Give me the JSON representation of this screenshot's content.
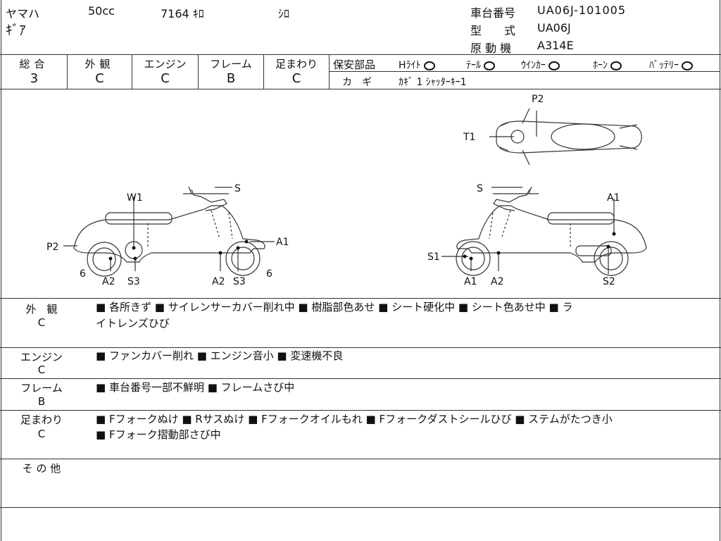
{
  "header": {
    "maker": "ヤマハ",
    "displacement": "50cc",
    "mileage": "7164 ｷﾛ",
    "color": "ｼﾛ",
    "model_name": "ｷﾞｱ",
    "frame_no_label": "車台番号",
    "frame_no": "UA06J-101005",
    "type_label": "型　　式",
    "type": "UA06J",
    "engine_label": "原 動 機",
    "engine": "A314E"
  },
  "grades": [
    {
      "label": "総合",
      "value": "3"
    },
    {
      "label": "外観",
      "value": "C"
    },
    {
      "label": "エンジン",
      "value": "C"
    },
    {
      "label": "フレーム",
      "value": "B"
    },
    {
      "label": "足まわり",
      "value": "C"
    }
  ],
  "safety": {
    "label": "保安部品",
    "items": [
      "Hﾗｲﾄ",
      "ﾃｰﾙ",
      "ｳｲﾝｶｰ",
      "ﾎｰﾝ",
      "ﾊﾞｯﾃﾘｰ"
    ],
    "key_label": "カ　ギ",
    "key_value": "ｶｷﾞ 1 ｼｬｯﾀｰｷｰ1"
  },
  "diagram": {
    "left_labels": [
      "W1",
      "S",
      "P2",
      "A1",
      "6",
      "6",
      "A2",
      "S3",
      "A2",
      "S3"
    ],
    "right_labels": [
      "S",
      "A1",
      "S1",
      "A1",
      "A2",
      "S2"
    ],
    "top_labels": [
      "P2",
      "T1"
    ]
  },
  "sections": [
    {
      "title": "外　観",
      "grade": "C",
      "lines": [
        "■ 各所きず ■ サイレンサーカバー削れ中 ■ 樹脂部色あせ ■ シート硬化中 ■ シート色あせ中 ■ ラ",
        "イトレンズひび"
      ]
    },
    {
      "title": "エンジン",
      "grade": "C",
      "lines": [
        "■ ファンカバー削れ ■ エンジン音小 ■ 変速機不良"
      ]
    },
    {
      "title": "フレーム",
      "grade": "B",
      "lines": [
        "■ 車台番号一部不鮮明 ■ フレームさび中"
      ]
    },
    {
      "title": "足まわり",
      "grade": "C",
      "lines": [
        "■ Fフォークぬけ ■ Rサスぬけ ■ Fフォークオイルもれ ■ Fフォークダストシールひび ■ ステムがたつき小",
        "■ Fフォーク摺動部さび中"
      ]
    },
    {
      "title": "そ の 他",
      "grade": "",
      "lines": []
    }
  ]
}
